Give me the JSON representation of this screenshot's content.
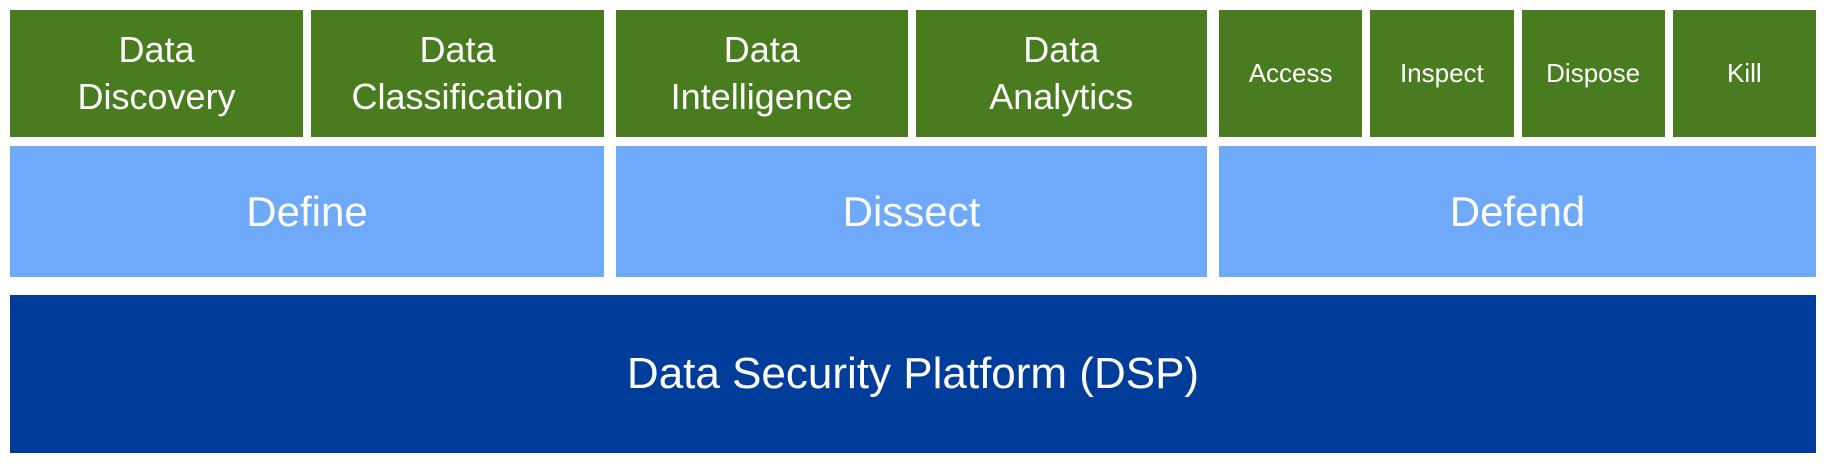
{
  "colors": {
    "item_green": "#487c1e",
    "phase_blue": "#6fa9fa",
    "platform_navy": "#003c99",
    "text": "#ffffff",
    "background": "#ffffff"
  },
  "groups": [
    {
      "phase": "Define",
      "items": [
        "Data\nDiscovery",
        "Data\nClassification"
      ]
    },
    {
      "phase": "Dissect",
      "items": [
        "Data\nIntelligence",
        "Data\nAnalytics"
      ]
    },
    {
      "phase": "Defend",
      "items": [
        "Access",
        "Inspect",
        "Dispose",
        "Kill"
      ]
    }
  ],
  "platform": {
    "label": "Data Security Platform (DSP)"
  }
}
